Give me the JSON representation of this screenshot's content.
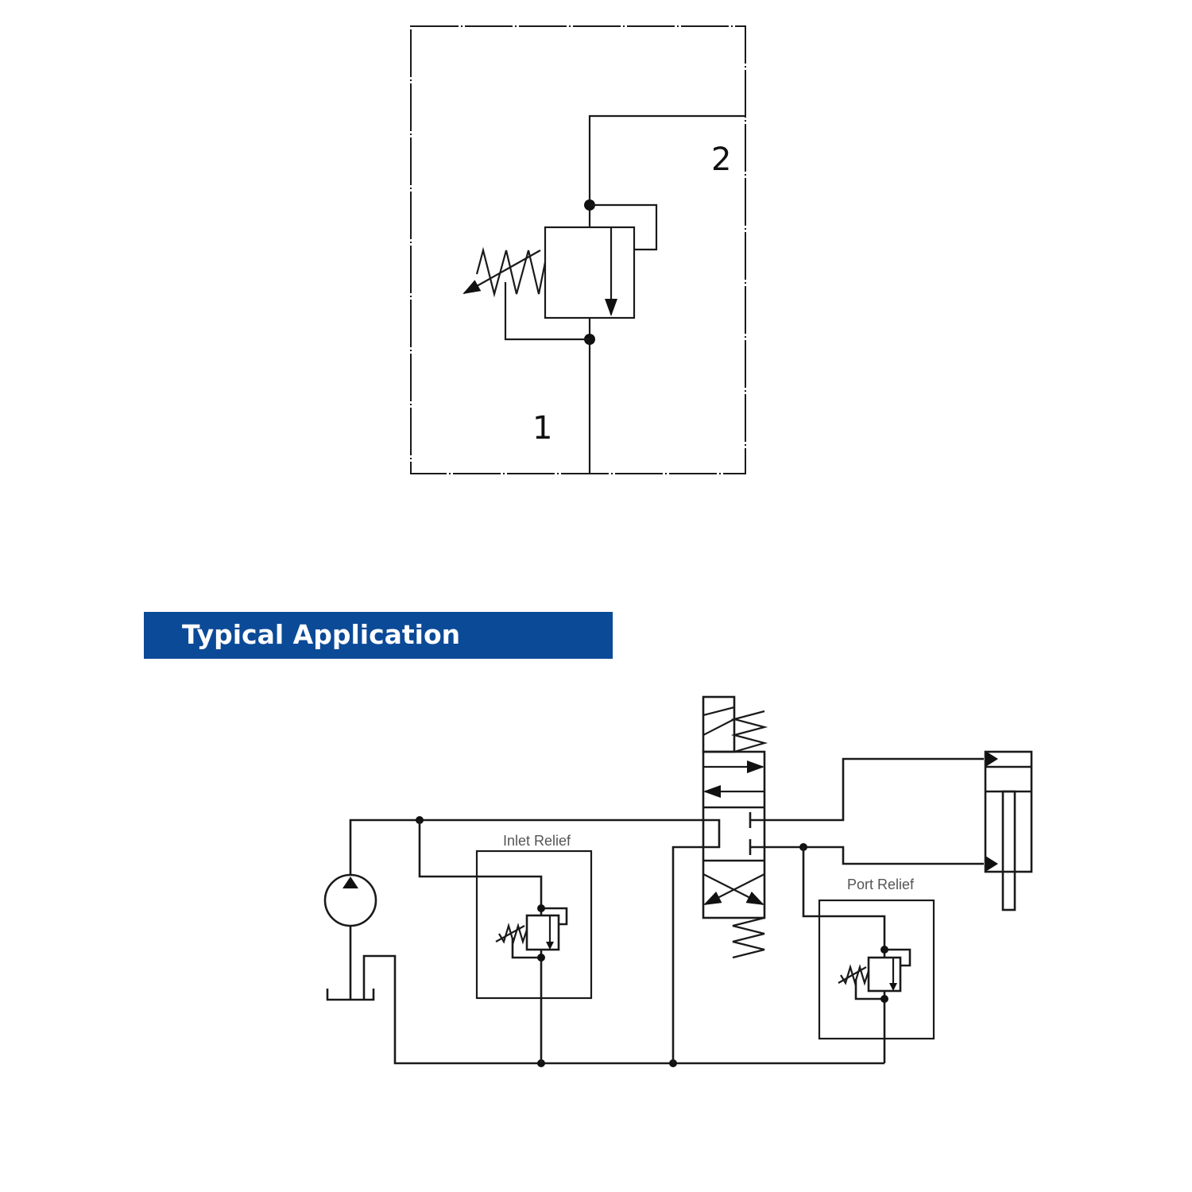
{
  "symbol": {
    "port_1": "1",
    "port_2": "2"
  },
  "section": {
    "title": "Typical Application"
  },
  "circuit": {
    "inlet_relief_label": "Inlet Relief",
    "port_relief_label": "Port Relief"
  },
  "colors": {
    "banner": "#0b4a97",
    "line": "#1a1a1a"
  }
}
